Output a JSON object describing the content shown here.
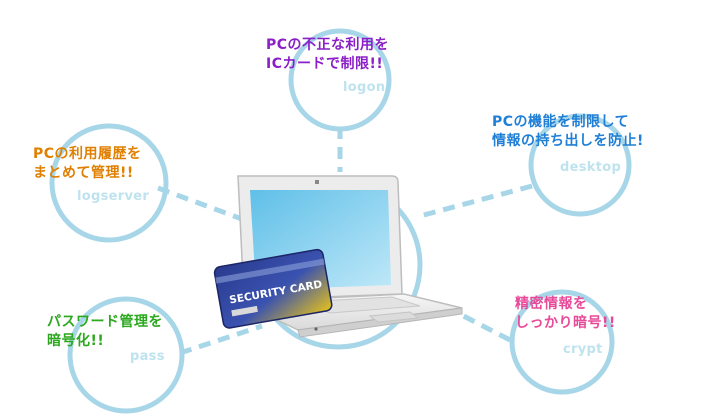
{
  "nodes": [
    {
      "id": "logon",
      "label": "logon",
      "caption": [
        "PCの不正な利用を",
        "ICカードで制限!!"
      ],
      "color": "#8a1fc8"
    },
    {
      "id": "desktop",
      "label": "desktop",
      "caption": [
        "PCの機能を制限して",
        "情報の持ち出しを防止!"
      ],
      "color": "#1f7fd6"
    },
    {
      "id": "logserver",
      "label": "logserver",
      "caption": [
        "PCの利用履歴を",
        "まとめて管理!!"
      ],
      "color": "#e07f00"
    },
    {
      "id": "pass",
      "label": "pass",
      "caption": [
        "パスワード管理を",
        "暗号化!!"
      ],
      "color": "#2ca81f"
    },
    {
      "id": "crypt",
      "label": "crypt",
      "caption": [
        "精密情報を",
        "しっかり暗号!!"
      ],
      "color": "#e84a9a"
    }
  ],
  "card": {
    "text": "SECURITY CARD"
  },
  "colors": {
    "ring": "#a6d6e8",
    "connector": "#a6d6e8",
    "node_label": "#bfe3ee"
  }
}
